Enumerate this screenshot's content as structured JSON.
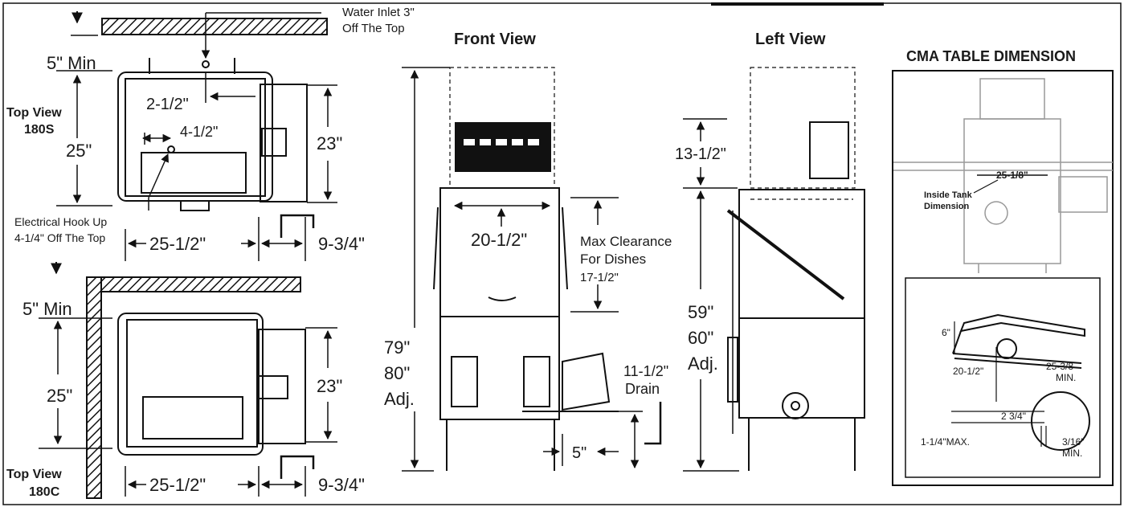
{
  "top_view_180s": {
    "title_line1": "Top View",
    "title_line2": "180S",
    "water_inlet_line1": "Water Inlet 3\"",
    "water_inlet_line2": "Off The Top",
    "min_clearance": "5\" Min",
    "depth": "25\"",
    "inlet_offset": "2-1/2\"",
    "electrical_offset": "4-1/2\"",
    "height_right": "23\"",
    "electrical_line1": "Electrical Hook Up",
    "electrical_line2": "4-1/4\" Off The Top",
    "width": "25-1/2\"",
    "side_width": "9-3/4\""
  },
  "top_view_180c": {
    "title_line1": "Top View",
    "title_line2": "180C",
    "min_clearance": "5\" Min",
    "depth": "25\"",
    "height_right": "23\"",
    "width": "25-1/2\"",
    "side_width": "9-3/4\""
  },
  "front_view": {
    "title": "Front View",
    "door_width": "20-1/2\"",
    "clearance_line1": "Max Clearance",
    "clearance_line2": "For Dishes",
    "clearance_line3": "17-1/2\"",
    "height_line1": "79\"",
    "height_line2": "80\"",
    "height_line3": "Adj.",
    "drain_line1": "11-1/2\"",
    "drain_line2": "Drain",
    "drain_offset": "5\""
  },
  "left_view": {
    "title": "Left View",
    "top_height": "13-1/2\"",
    "height_line1": "59\"",
    "height_line2": "60\"",
    "height_line3": "Adj."
  },
  "cma_table": {
    "title": "CMA TABLE DIMENSION",
    "inside_width": "25-1/8\"",
    "inside_label_line1": "Inside Tank",
    "inside_label_line2": "Dimension",
    "lip_height": "6\"",
    "depth_a": "20-1/2\"",
    "depth_b_line1": "25-3/8",
    "depth_b_line2": "MIN.",
    "drop": "2 3/4\"",
    "max_gap": "1-1/4\"MAX.",
    "min_gap_line1": "3/16\"",
    "min_gap_line2": "MIN."
  }
}
